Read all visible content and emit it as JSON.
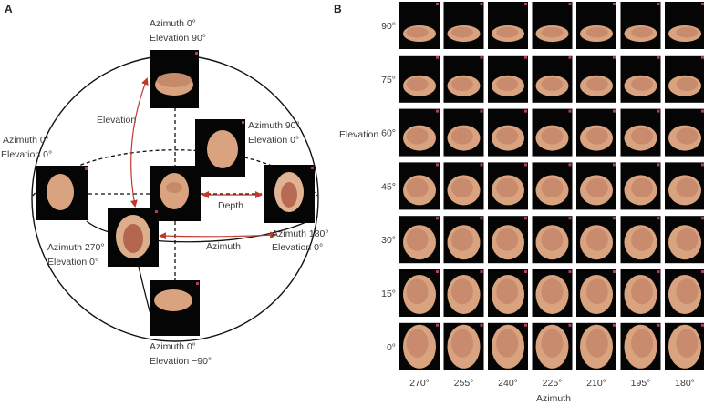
{
  "panel_a": {
    "letter": "A",
    "views": {
      "top": {
        "line1": "Azimuth 0°",
        "line2": "Elevation 90°"
      },
      "left": {
        "line1": "Azimuth 0°",
        "line2": "Elevation 0°"
      },
      "back": {
        "line1": "Azimuth 90°",
        "line2": "Elevation 0°"
      },
      "right": {
        "line1": "Azimuth 180°",
        "line2": "Elevation 0°"
      },
      "front": {
        "line1": "Azimuth 270°",
        "line2": "Elevation 0°"
      },
      "bottom": {
        "line1": "Azimuth 0°",
        "line2": "Elevation −90°"
      }
    },
    "arrows": {
      "elevation": "Elevation",
      "depth": "Depth",
      "azimuth": "Azimuth"
    }
  },
  "panel_b": {
    "letter": "B",
    "y_axis_title": "Elevation",
    "x_axis_title": "Azimuth",
    "elevation_labels": [
      "90°",
      "75°",
      "60°",
      "45°",
      "30°",
      "15°",
      "0°"
    ],
    "azimuth_labels": [
      "270°",
      "255°",
      "240°",
      "225°",
      "210°",
      "195°",
      "180°"
    ]
  },
  "colors": {
    "arrow": "#c0392b",
    "tile_bg": "#050505",
    "skin": "#d9a37f",
    "tissue": "#c98b6e"
  }
}
